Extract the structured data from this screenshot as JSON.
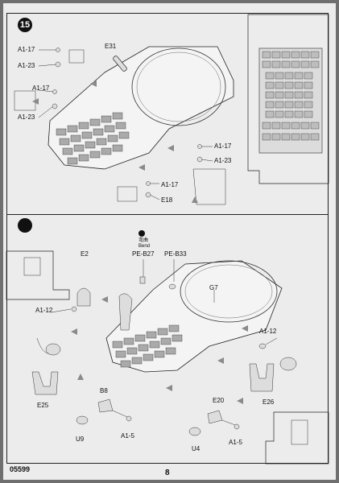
{
  "document": {
    "catalog_number": "05599",
    "page_number": "8"
  },
  "step15": {
    "number": "15",
    "labels": {
      "a117_top": "A1-17",
      "a123_top": "A1-23",
      "e31": "E31",
      "a117_left": "A1-17",
      "a123_left": "A1-23",
      "a117_right": "A1-17",
      "a123_right": "A1-23",
      "a117_bottom": "A1-17",
      "e18": "E18"
    }
  },
  "step16": {
    "labels": {
      "bend_cn": "弯曲",
      "bend_en": "Bend",
      "peb27": "PE-B27",
      "peb33": "PE-B33",
      "e2": "E2",
      "a112_left": "A1-12",
      "g7": "G7",
      "a112_right": "A1-12",
      "e25": "E25",
      "b8": "B8",
      "a15_left": "A1-5",
      "u9": "U9",
      "e20": "E20",
      "e26": "E26",
      "a15_right": "A1-5",
      "u4": "U4"
    }
  },
  "colors": {
    "paper": "#ececec",
    "ink": "#222222",
    "arrow_gray": "#8a8a8a",
    "step_badge": "#111111"
  }
}
